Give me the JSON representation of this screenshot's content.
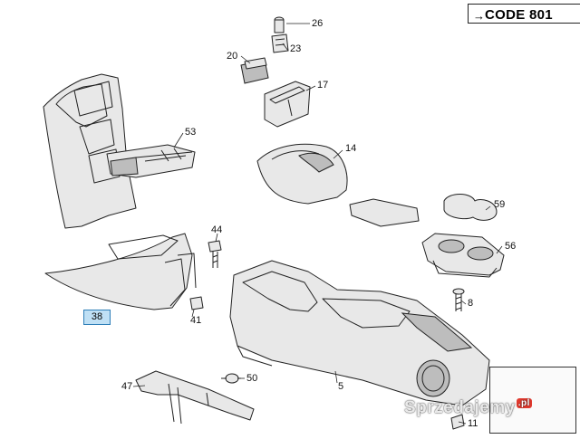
{
  "code_label": "CODE 801",
  "highlighted_part": "38",
  "parts": {
    "p26": "26",
    "p23": "23",
    "p20": "20",
    "p17": "17",
    "p53": "53",
    "p14": "14",
    "p59": "59",
    "p44": "44",
    "p56": "56",
    "p8": "8",
    "p41": "41",
    "p47": "47",
    "p50": "50",
    "p5": "5",
    "p11": "11"
  },
  "watermark": {
    "text": "Sprzedajemy",
    "suffix": ".pl"
  },
  "colors": {
    "highlight_fill": "#bfe0f5",
    "highlight_border": "#2f7fb8",
    "line": "#222222"
  }
}
